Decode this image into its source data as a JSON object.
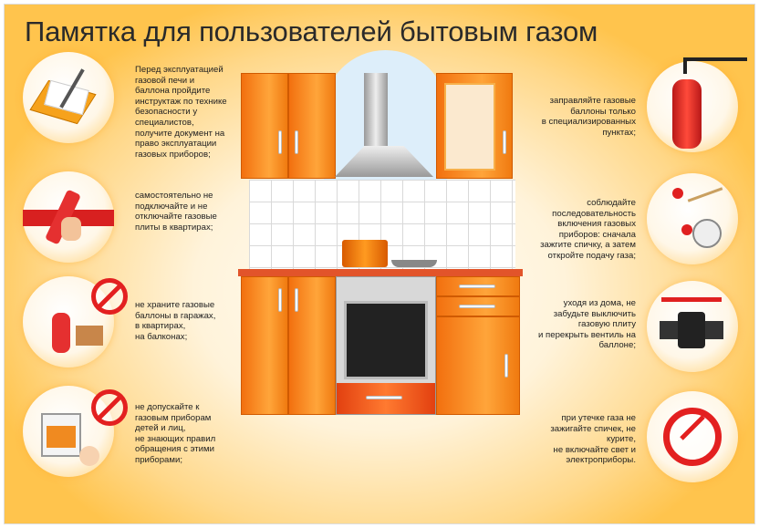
{
  "title": "Памятка для пользователей бытовым газом",
  "tips_left": [
    {
      "icon": "document-pen-icon",
      "text": "Перед эксплуатацией\nгазовой печи и\nбаллона пройдите\nинструктаж по технике\nбезопасности у\nспециалистов,\nполучите документ на\nправо эксплуатации\nгазовых приборов;"
    },
    {
      "icon": "wrench-hand-icon",
      "text": "самостоятельно не\nподключайте и не\nотключайте газовые\nплиты в квартирах;"
    },
    {
      "icon": "gas-cylinder-ban-icon",
      "text": "не храните газовые\nбаллоны в гаражах,\nв квартирах,\nна балконах;"
    },
    {
      "icon": "child-stove-ban-icon",
      "text": "не допускайте к\nгазовым приборам\nдетей и лиц,\nне знающих правил\nобращения с этими\nприборами;"
    }
  ],
  "tips_right": [
    {
      "icon": "gas-cylinder-icon",
      "text": "заправляйте газовые\nбаллоны только\nв специализированных\nпунктах;"
    },
    {
      "icon": "match-burner-sequence-icon",
      "text": "соблюдайте\nпоследовательность\nвключения газовых\nприборов: сначала\nзажгите спичку, а затем\nоткройте подачу газа;"
    },
    {
      "icon": "valve-icon",
      "text": "уходя из дома, не\nзабудьте выключить\nгазовую плиту\nи перекрыть вентиль на\nбаллоне;"
    },
    {
      "icon": "no-smoking-icon",
      "text": "при утечке газа не\nзажигайте спичек, не\nкурите,\nне включайте свет и\nэлектроприборы."
    }
  ],
  "colors": {
    "accent": "#f7881c",
    "ban": "#e32020"
  }
}
